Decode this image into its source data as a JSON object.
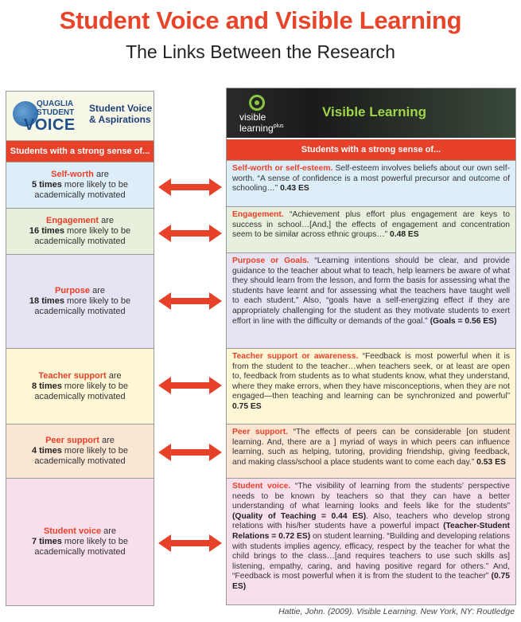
{
  "title": "Student Voice and Visible Learning",
  "subtitle": "The Links Between the Research",
  "left_header": {
    "logo_line1": "QUAGLIA",
    "logo_line2": "STUDENT",
    "logo_line3": "VOICE",
    "side_text_1": "Student Voice",
    "side_text_2": "& Aspirations"
  },
  "right_header": {
    "logo_line1": "visible",
    "logo_line2": "learning",
    "logo_sup": "plus",
    "title": "Visible Learning"
  },
  "left_bar": "Students with a strong sense of...",
  "right_bar": "Students with a strong sense of...",
  "rows": [
    {
      "left": {
        "kw": "Self-worth",
        "pre": " are",
        "num": "5 times",
        "post": " more likely to be academically motivated"
      },
      "right": {
        "kw": "Self-worth or self-esteem.",
        "body": " Self-esteem involves beliefs about our own self-worth. “A sense of confidence is a most powerful precursor and outcome of schooling…” ",
        "es": "0.43 ES"
      }
    },
    {
      "left": {
        "kw": "Engagement",
        "pre": " are",
        "num": "16 times",
        "post": " more likely to be academically motivated"
      },
      "right": {
        "kw": "Engagement.",
        "body": " “Achievement plus effort plus engagement are keys to success in school…[And,] the effects of engagement and concentration seem to be similar across ethnic groups…” ",
        "es": "0.48 ES"
      }
    },
    {
      "left": {
        "kw": "Purpose",
        "pre": " are",
        "num": "18 times",
        "post": " more likely to be academically motivated"
      },
      "right": {
        "kw": "Purpose or Goals.",
        "body": " “Learning intentions should be clear, and provide guidance to the teacher about what to teach, help learners be aware of what they should learn from the lesson, and form the basis for assessing what the students have learnt and for assessing what the teachers have taught well to each student.” Also, “goals have a self-energizing effect if they are appropriately challenging for the student as they motivate students to exert effort in line with the difficulty or demands of the goal.” ",
        "es": "(Goals = 0.56 ES)"
      }
    },
    {
      "left": {
        "kw": "Teacher support",
        "pre": " are",
        "num": "8 times",
        "post": " more likely to be academically motivated"
      },
      "right": {
        "kw": "Teacher support or awareness.",
        "body": " “Feedback is most powerful when it is from the student to the teacher…when teachers seek, or at least are open to, feedback from students as to what students know, what they understand, where they make errors, when they have misconceptions, when they are not engaged—then teaching and learning can be synchronized and powerful” ",
        "es": "0.75 ES"
      }
    },
    {
      "left": {
        "kw": "Peer support",
        "pre": " are",
        "num": "4 times",
        "post": " more likely to be academically motivated"
      },
      "right": {
        "kw": "Peer support.",
        "body": " “The effects of peers can be considerable [on student learning. And, there are a ] myriad of ways in which peers can influence learning, such as helping, tutoring, providing friendship, giving feedback, and making class/school a place students want to come each day.” ",
        "es": "0.53 ES"
      }
    },
    {
      "left": {
        "kw": "Student voice",
        "pre": " are",
        "num": "7 times",
        "post": " more likely to be academically motivated"
      },
      "right": {
        "kw": "Student voice.",
        "body_1": " “The visibility of learning from the students’ perspective needs to be known by teachers so that they can have a better understanding of what learning looks and feels like for the students” ",
        "bold_1": "(Quality of Teaching = 0.44 ES)",
        "body_2": ". Also, teachers who develop strong relations with his/her students have a powerful impact ",
        "bold_2": "(Teacher-Student Relations = 0.72 ES)",
        "body_3": " on student learning. “Building and developing relations with students implies agency, efficacy, respect by the teacher for what the child brings to the class…[and requires teachers to use such skills as] listening, empathy, caring, and having positive regard for others.” And, “Feedback is most powerful when it is from the student to the teacher” ",
        "es": "(0.75 ES)"
      }
    }
  ],
  "citation": "Hattie, John. (2009). Visible Learning. New York, NY: Routledge",
  "colors": {
    "accent_red": "#e8412a",
    "row_backgrounds": [
      "#ddeef9",
      "#e6f0dc",
      "#e6e3f2",
      "#fdf7d6",
      "#fbe6d3",
      "#f8dfec"
    ],
    "vl_green": "#9fd54a"
  },
  "icons": [
    "globe-icon",
    "eye-icon",
    "double-arrow-icon"
  ]
}
